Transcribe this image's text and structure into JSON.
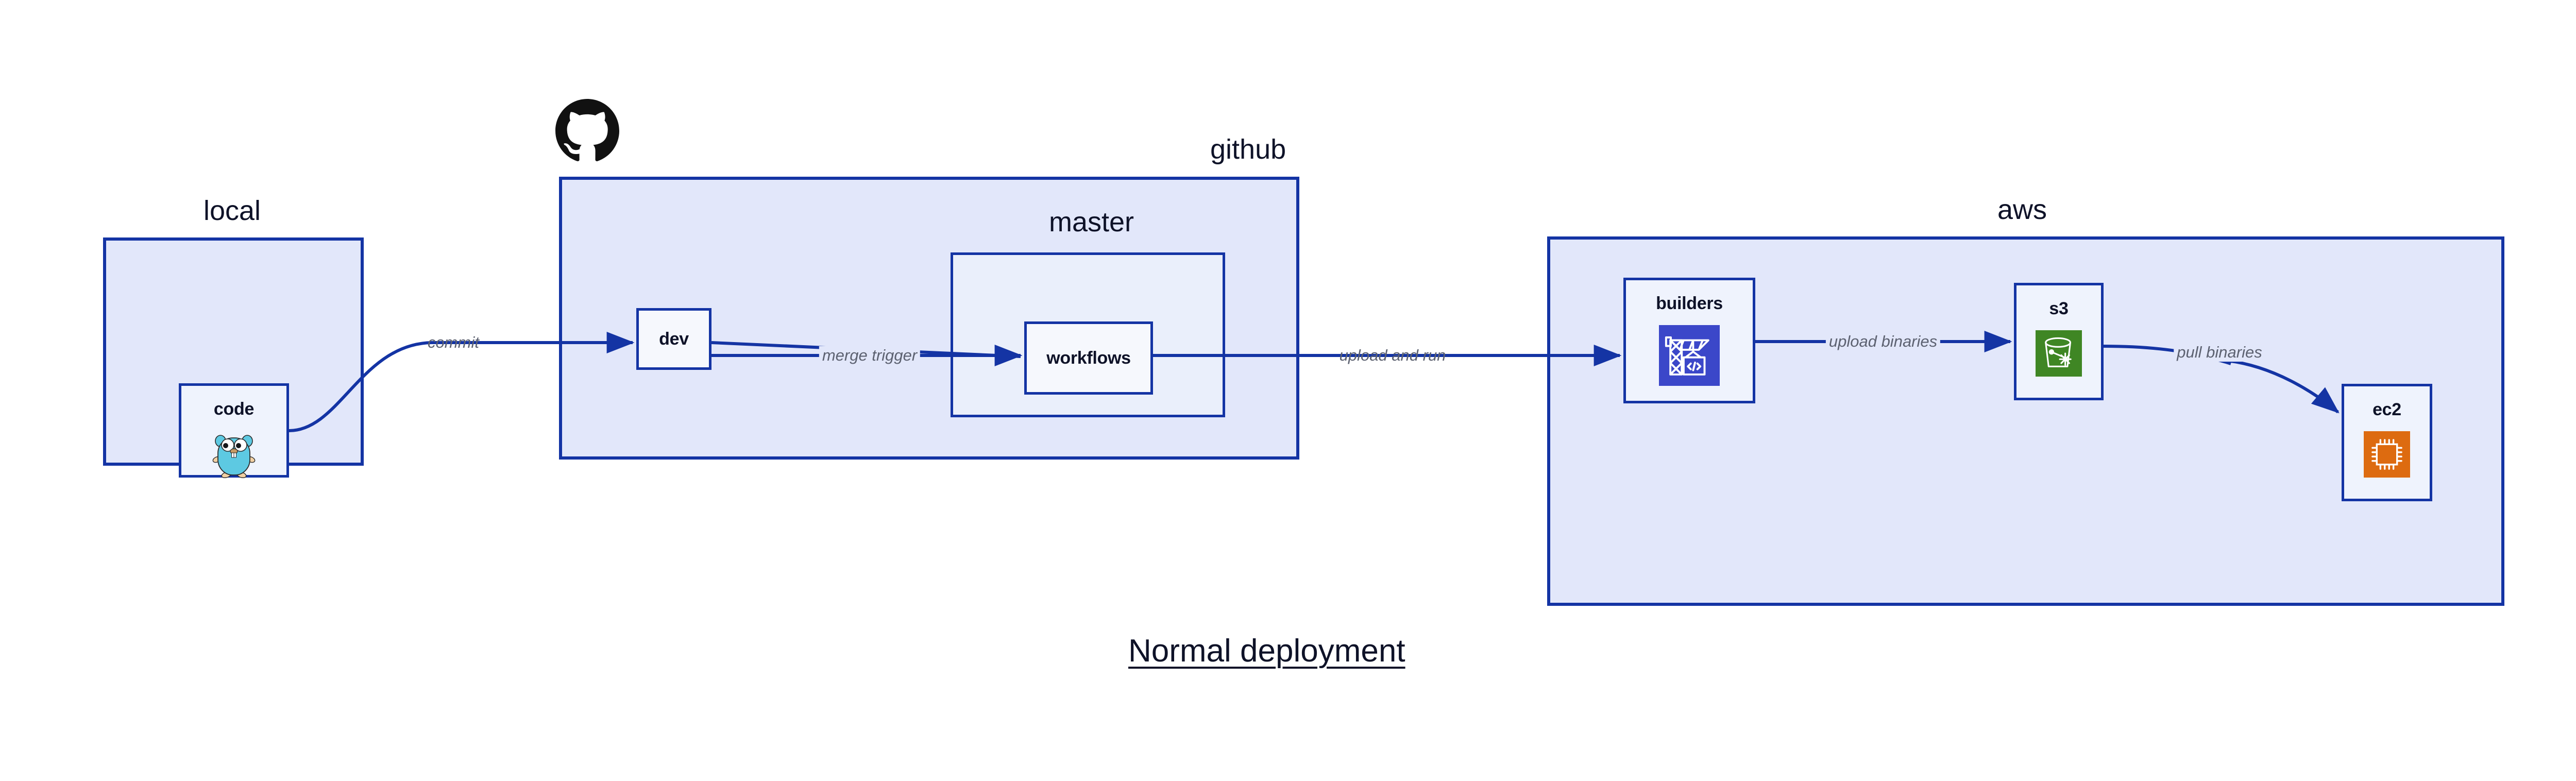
{
  "diagram": {
    "title": "Normal deployment",
    "colors": {
      "group_fill": "#E2E7FA",
      "subgroup_fill": "#EAEFFB",
      "node_fill": "#EFF3FD",
      "border_blue": "#1434A4",
      "arrow_blue": "#1434A4",
      "edge_label_gray": "#5C6170",
      "text_navy": "#0E1228",
      "s3_green": "#3F8624",
      "ec2_orange": "#DD6B10",
      "builders_blue": "#3B47C9",
      "gopher_cyan": "#5DC9E2",
      "octocat_black": "#111111",
      "page_background": "#FFFFFF"
    }
  },
  "groups": [
    {
      "id": "local",
      "label": "local"
    },
    {
      "id": "github",
      "label": "github"
    },
    {
      "id": "master",
      "label": "master"
    },
    {
      "id": "aws",
      "label": "aws"
    }
  ],
  "nodes": [
    {
      "id": "code",
      "label": "code",
      "icon": "go-gopher-icon",
      "group": "local"
    },
    {
      "id": "dev",
      "label": "dev",
      "icon": null,
      "group": "github"
    },
    {
      "id": "workflows",
      "label": "workflows",
      "icon": null,
      "group": "master"
    },
    {
      "id": "builders",
      "label": "builders",
      "icon": "crane-code-icon",
      "group": "aws"
    },
    {
      "id": "s3",
      "label": "s3",
      "icon": "s3-bucket-icon",
      "group": "aws"
    },
    {
      "id": "ec2",
      "label": "ec2",
      "icon": "cpu-chip-icon",
      "group": "aws"
    }
  ],
  "edges": [
    {
      "id": "e-commit",
      "from": "code",
      "to": "dev",
      "label": "commit"
    },
    {
      "id": "e-merge-trigger",
      "from": "dev",
      "to": "workflows",
      "label": "merge trigger"
    },
    {
      "id": "e-upload-and-run",
      "from": "workflows",
      "to": "builders",
      "label": "upload and run"
    },
    {
      "id": "e-upload-binaries",
      "from": "builders",
      "to": "s3",
      "label": "upload binaries"
    },
    {
      "id": "e-pull-binaries",
      "from": "s3",
      "to": "ec2",
      "label": "pull binaries"
    }
  ],
  "logos": [
    {
      "id": "github-logo",
      "name": "github-octocat-icon"
    }
  ]
}
